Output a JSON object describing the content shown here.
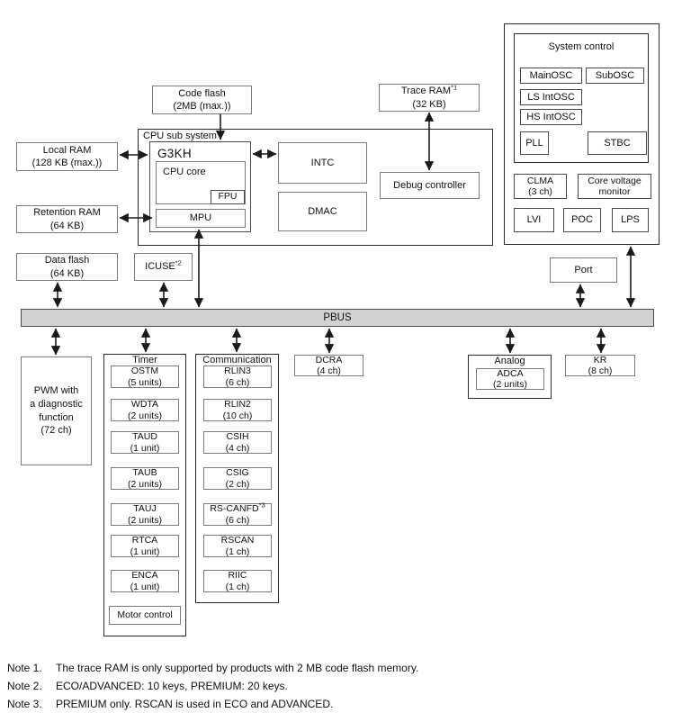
{
  "colors": {
    "pbus_fill": "#d2d2d2",
    "border_dark": "#2b2b2b",
    "border_gray": "#7b7b7b",
    "text": "#111111"
  },
  "memory": {
    "code_flash": {
      "line1": "Code flash",
      "line2": "(2MB (max.))"
    },
    "local_ram": {
      "line1": "Local RAM",
      "line2": "(128 KB (max.))"
    },
    "retention_ram": {
      "line1": "Retention RAM",
      "line2": "(64 KB)"
    },
    "data_flash": {
      "line1": "Data flash",
      "line2": "(64 KB)"
    },
    "icuse": {
      "name": "ICUSE",
      "sup": "*2"
    },
    "trace_ram": {
      "name": "Trace RAM",
      "sup": "*1",
      "line2": "(32 KB)"
    }
  },
  "cpu": {
    "label": "CPU sub system",
    "g3kh": "G3KH",
    "cpu_core": "CPU core",
    "fpu": "FPU",
    "mpu": "MPU",
    "intc": "INTC",
    "dmac": "DMAC",
    "debug": "Debug controller"
  },
  "system": {
    "label": "System control",
    "mainosc": "MainOSC",
    "subosc": "SubOSC",
    "ls_intosc": "LS IntOSC",
    "hs_intosc": "HS IntOSC",
    "pll": "PLL",
    "stbc": "STBC",
    "clma": {
      "line1": "CLMA",
      "line2": "(3 ch)"
    },
    "core_voltage": {
      "line1": "Core voltage",
      "line2": "monitor"
    },
    "lvi": "LVI",
    "poc": "POC",
    "lps": "LPS"
  },
  "port": "Port",
  "pbus": "PBUS",
  "pwm": {
    "line1": "PWM with",
    "line2": "a diagnostic",
    "line3": "function",
    "line4": "(72 ch)"
  },
  "timer": {
    "label": "Timer",
    "items": [
      {
        "name": "OSTM",
        "qty": "(5 units)"
      },
      {
        "name": "WDTA",
        "qty": "(2 units)"
      },
      {
        "name": "TAUD",
        "qty": "(1 unit)"
      },
      {
        "name": "TAUB",
        "qty": "(2 units)"
      },
      {
        "name": "TAUJ",
        "qty": "(2 units)"
      },
      {
        "name": "RTCA",
        "qty": "(1 unit)"
      },
      {
        "name": "ENCA",
        "qty": "(1 unit)"
      }
    ],
    "motor_control": "Motor control"
  },
  "communication": {
    "label": "Communication",
    "items": [
      {
        "name": "RLIN3",
        "qty": "(6 ch)"
      },
      {
        "name": "RLIN2",
        "qty": "(10 ch)"
      },
      {
        "name": "CSIH",
        "qty": "(4 ch)"
      },
      {
        "name": "CSIG",
        "qty": "(2 ch)"
      },
      {
        "name": "RS-CANFD",
        "sup": "*3",
        "qty": "(6 ch)"
      },
      {
        "name": "RSCAN",
        "qty": "(1 ch)"
      },
      {
        "name": "RIIC",
        "qty": "(1 ch)"
      }
    ]
  },
  "dcra": {
    "line1": "DCRA",
    "line2": "(4 ch)"
  },
  "analog": {
    "label": "Analog",
    "adca": {
      "line1": "ADCA",
      "line2": "(2 units)"
    }
  },
  "kr": {
    "line1": "KR",
    "line2": "(8 ch)"
  },
  "notes": [
    {
      "label": "Note 1.",
      "text": "The trace RAM is only supported by products with 2 MB code flash memory."
    },
    {
      "label": "Note 2.",
      "text": "ECO/ADVANCED: 10 keys, PREMIUM: 20 keys."
    },
    {
      "label": "Note 3.",
      "text": "PREMIUM only. RSCAN is used in ECO and ADVANCED."
    }
  ]
}
